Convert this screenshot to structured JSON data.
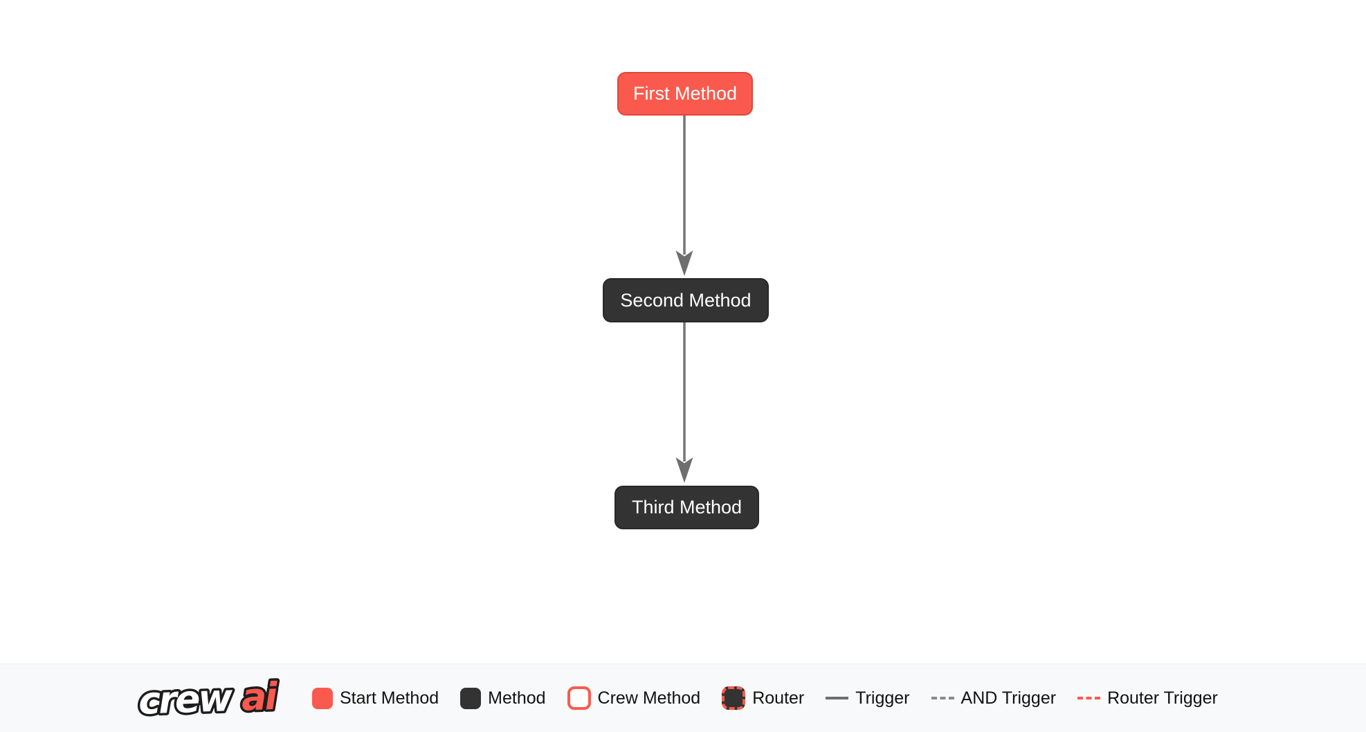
{
  "diagram": {
    "nodes": [
      {
        "id": "first",
        "label": "First Method",
        "type": "start-method"
      },
      {
        "id": "second",
        "label": "Second Method",
        "type": "method"
      },
      {
        "id": "third",
        "label": "Third Method",
        "type": "method"
      }
    ],
    "edges": [
      {
        "from": "first",
        "to": "second",
        "type": "trigger"
      },
      {
        "from": "second",
        "to": "third",
        "type": "trigger"
      }
    ]
  },
  "logo": {
    "text_primary": "crew",
    "text_accent": "ai"
  },
  "legend": {
    "items": [
      {
        "label": "Start Method",
        "swatch": "start-method-swatch"
      },
      {
        "label": "Method",
        "swatch": "method-swatch"
      },
      {
        "label": "Crew Method",
        "swatch": "crew-method-swatch"
      },
      {
        "label": "Router",
        "swatch": "router-swatch"
      },
      {
        "label": "Trigger",
        "swatch": "trigger-line"
      },
      {
        "label": "AND Trigger",
        "swatch": "and-trigger-line"
      },
      {
        "label": "Router Trigger",
        "swatch": "router-trigger-line"
      }
    ]
  },
  "colors": {
    "start_method_red": "#fa5a4e",
    "start_method_border": "#e0463a",
    "method_dark": "#333333",
    "edge_gray": "#6e6e6e",
    "legend_bar_bg": "#f8f9fa",
    "canvas_bg": "#ffffff",
    "legend_text": "#111111"
  }
}
